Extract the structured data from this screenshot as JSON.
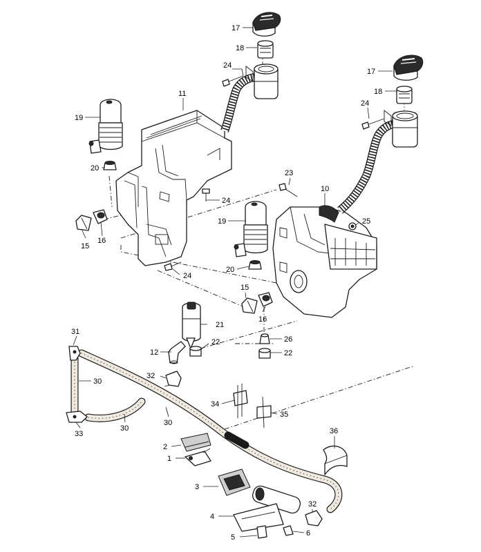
{
  "callouts": {
    "p1": "1",
    "p2": "2",
    "p3": "3",
    "p4": "4",
    "p5": "5",
    "p6": "6",
    "p10": "10",
    "p11": "11",
    "p12": "12",
    "p15a": "15",
    "p15b": "15",
    "p16a": "16",
    "p16b": "16",
    "p17a": "17",
    "p17b": "17",
    "p18a": "18",
    "p18b": "18",
    "p19a": "19",
    "p19b": "19",
    "p20a": "20",
    "p20b": "20",
    "p21": "21",
    "p22a": "22",
    "p22b": "22",
    "p23": "23",
    "p24a": "24",
    "p24b": "24",
    "p24c": "24",
    "p24d": "24",
    "p25": "25",
    "p26": "26",
    "p30a": "30",
    "p30b": "30",
    "p30c": "30",
    "p31": "31",
    "p32a": "32",
    "p32b": "32",
    "p33": "33",
    "p34": "34",
    "p35": "35",
    "p36": "36"
  }
}
